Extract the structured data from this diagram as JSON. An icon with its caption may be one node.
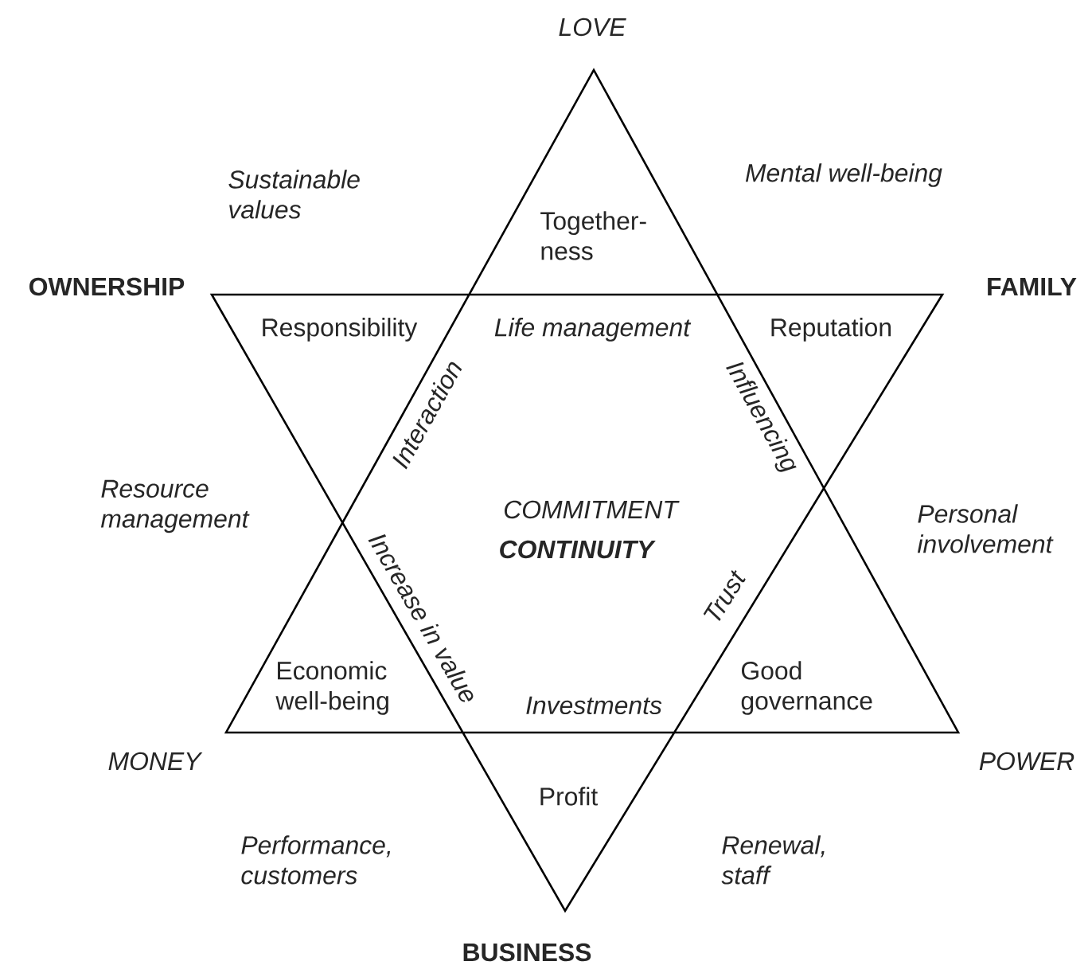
{
  "diagram": {
    "labels": [
      "LOVE",
      "Sustainable values",
      "Mental well-being",
      "Together- ness",
      "OWNERSHIP",
      "FAMILY",
      "Responsibility",
      "Life management",
      "Reputation",
      "Interaction",
      "Influencing",
      "Resource management",
      "COMMITMENT",
      "CONTINUITY",
      "Personal involvement",
      "Increase in value",
      "Trust",
      "Economic well-being",
      "Investments",
      "Good governance",
      "MONEY",
      "POWER",
      "Profit",
      "Performance, customers",
      "Renewal, staff",
      "BUSINESS"
    ]
  }
}
